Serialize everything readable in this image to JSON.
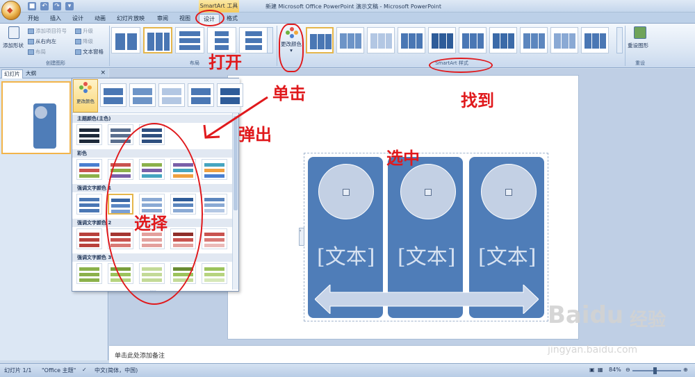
{
  "window": {
    "context_title": "SmartArt 工具",
    "title": "新建 Microsoft Office PowerPoint 演示文稿 - Microsoft PowerPoint"
  },
  "tabs": [
    "开始",
    "插入",
    "设计",
    "动画",
    "幻灯片放映",
    "审阅",
    "视图",
    "设计",
    "格式"
  ],
  "ribbon": {
    "create_graphic": {
      "add_shape": "添加形状",
      "add_bullet": "添加项目符号",
      "right_to_left": "从右向左",
      "layout": "布局",
      "promote": "升级",
      "demote": "降级",
      "text_pane": "文本窗格",
      "group_label": "创建图形"
    },
    "layouts_group_label": "布局",
    "change_colors": "更改颜色",
    "styles_group_label": "SmartArt 样式",
    "reset_graphic": "重设图形",
    "reset_group_label": "重设"
  },
  "left_pane": {
    "tab_slides": "幻灯片",
    "tab_outline": "大纲",
    "close": "×"
  },
  "dropdown": {
    "change_colors": "更改颜色",
    "categories": [
      "主题颜色(主色)",
      "彩色",
      "强调文字颜色 1",
      "强调文字颜色 2",
      "强调文字颜色 3"
    ],
    "grip": "....."
  },
  "slide": {
    "panel_text": "[文本]"
  },
  "notes_placeholder": "单击此处添加备注",
  "status": {
    "slide": "幻灯片 1/1",
    "theme": "\"Office 主题\"",
    "language": "中文(简体，中国)",
    "zoom": "84%"
  },
  "annotations": {
    "open": "打开",
    "click": "单击",
    "popup": "弹出",
    "find": "找到",
    "select_item": "选中",
    "choose": "选择"
  },
  "watermark": {
    "brand": "Baidu",
    "brand_cn": "经验",
    "url": "jingyan.baidu.com"
  },
  "colors": {
    "accent_blue": "#4f7db8",
    "annotation_red": "#e0191c",
    "selection_gold": "#e5b64b"
  }
}
